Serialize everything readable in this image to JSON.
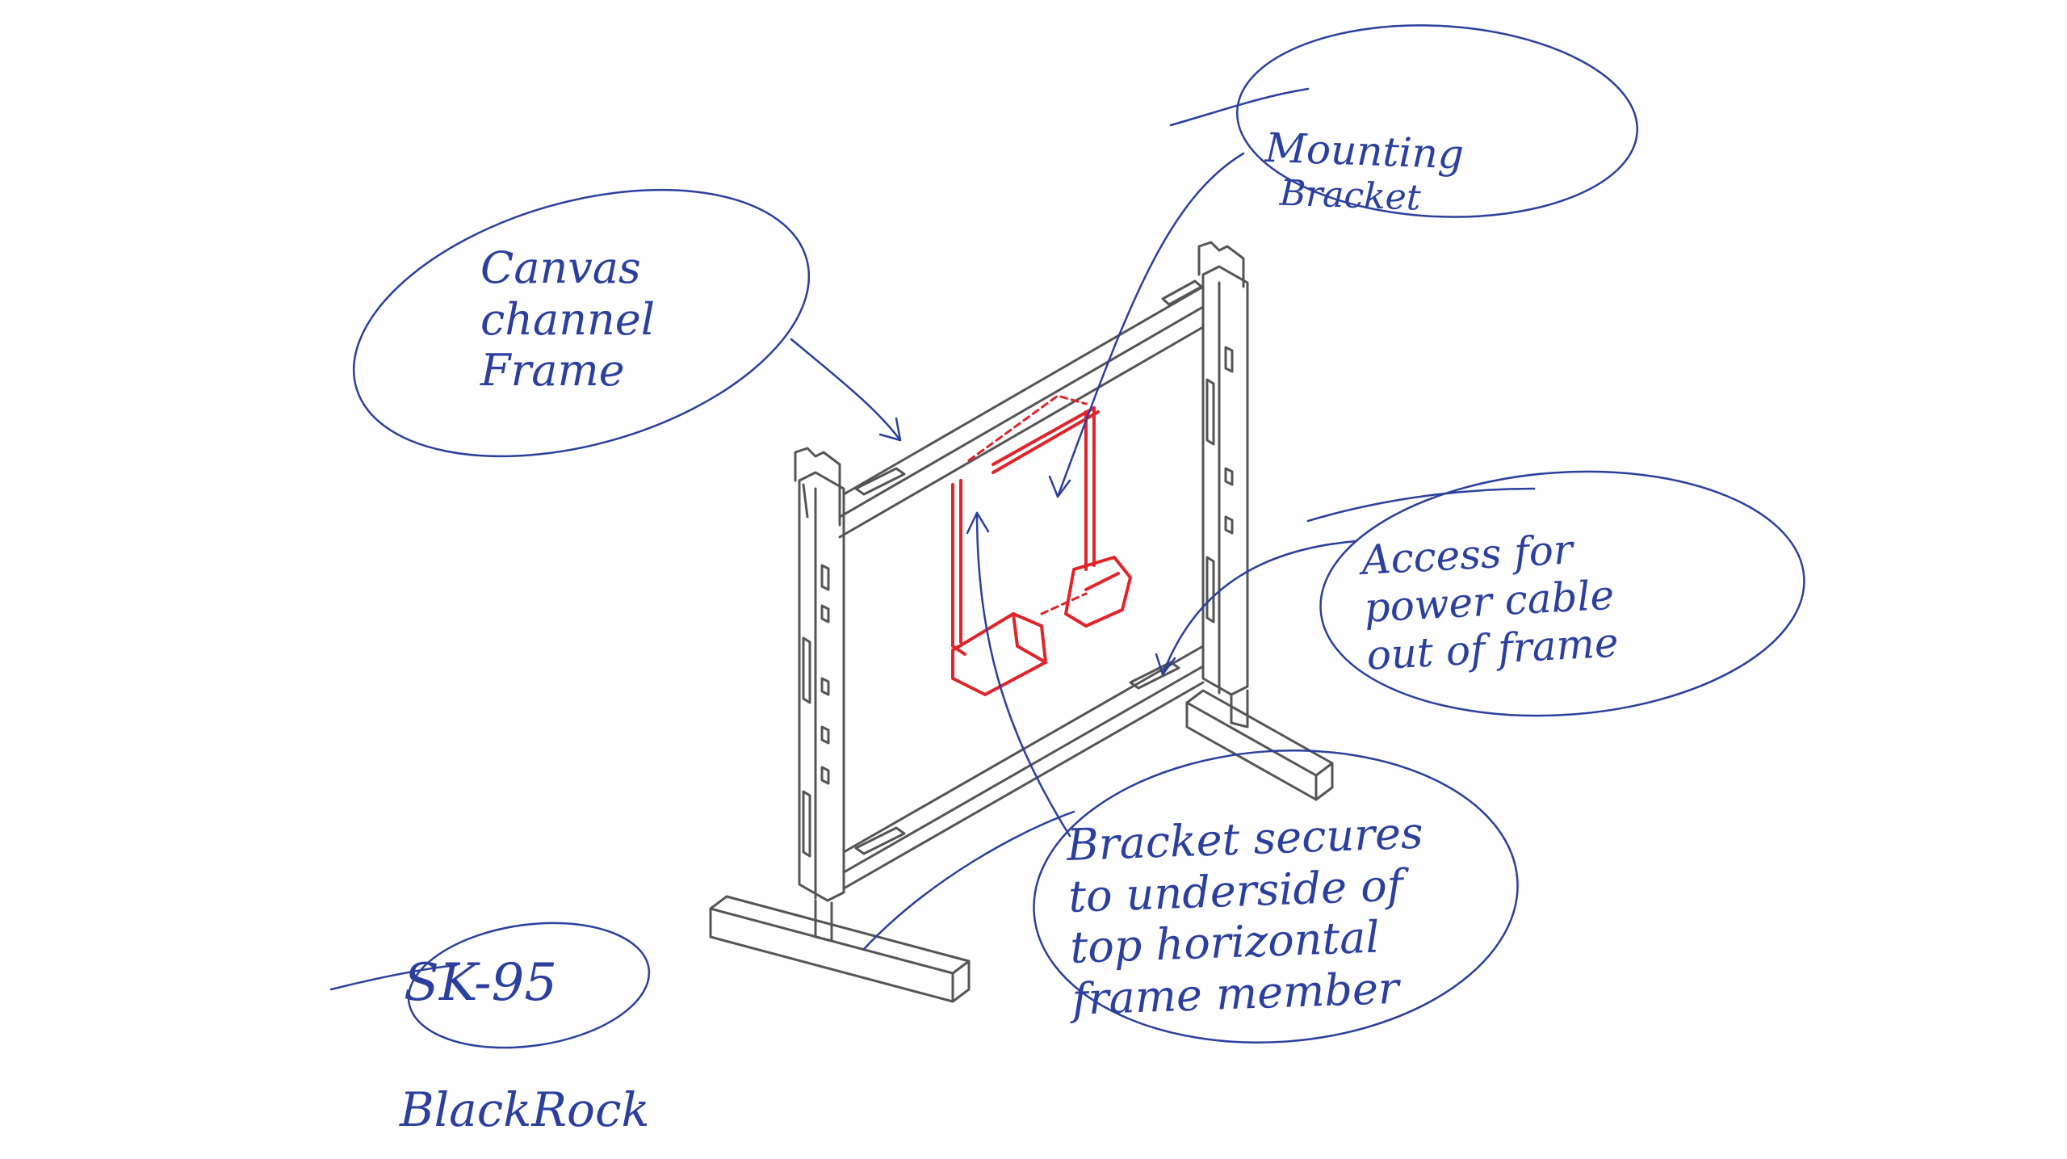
{
  "labels": {
    "mounting_bracket": [
      "Mounting",
      "Bracket"
    ],
    "canvas_channel_frame": "Canvas\nchannel\nFrame",
    "access_power": "Access for\npower cable\nout of frame",
    "bracket_secures": "Bracket secures\nto underside of\ntop horizontal\nframe member",
    "model": "SK-95",
    "brand": "BlackRock"
  },
  "colors": {
    "ink": "#2b3f9e",
    "frame": "#555555",
    "bracket": "#e0242a"
  }
}
